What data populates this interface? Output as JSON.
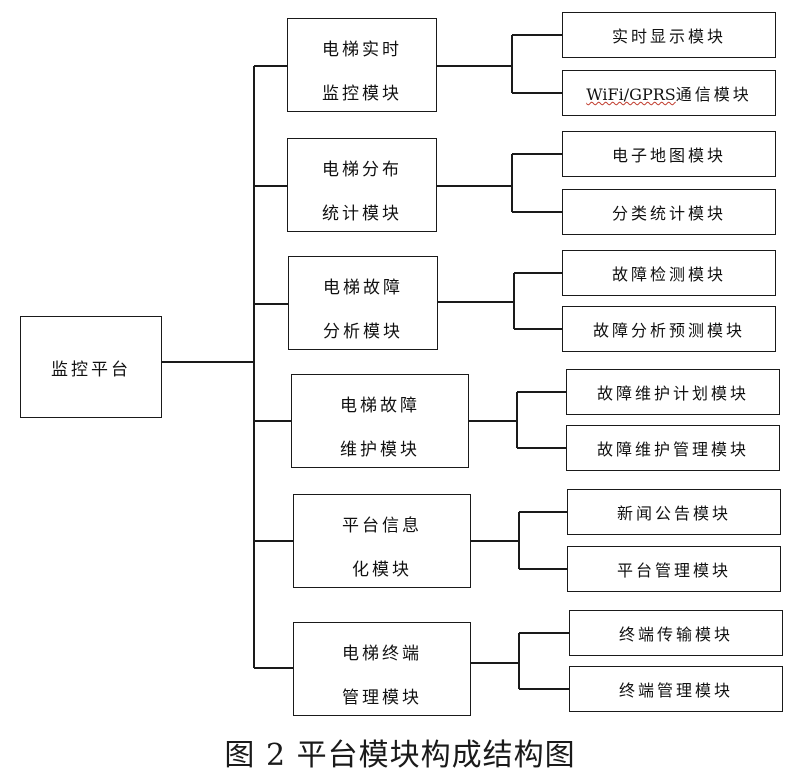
{
  "root": {
    "label": "监控平台"
  },
  "modules": [
    {
      "line1": "电梯实时",
      "line2": "监控模块",
      "children": [
        "实时显示模块",
        "WiFi/GPRS通信模块"
      ]
    },
    {
      "line1": "电梯分布",
      "line2": "统计模块",
      "children": [
        "电子地图模块",
        "分类统计模块"
      ]
    },
    {
      "line1": "电梯故障",
      "line2": "分析模块",
      "children": [
        "故障检测模块",
        "故障分析预测模块"
      ]
    },
    {
      "line1": "电梯故障",
      "line2": "维护模块",
      "children": [
        "故障维护计划模块",
        "故障维护管理模块"
      ]
    },
    {
      "line1": "平台信息",
      "line2": "化模块",
      "children": [
        "新闻公告模块",
        "平台管理模块"
      ]
    },
    {
      "line1": "电梯终端",
      "line2": "管理模块",
      "children": [
        "终端传输模块",
        "终端管理模块"
      ]
    }
  ],
  "leaf_latin_part": "WiFi/GPRS",
  "leaf_latin_rest": "通信模块",
  "caption": "图 2 平台模块构成结构图",
  "colors": {
    "line": "#1a1a1a",
    "text": "#111111",
    "background": "#ffffff",
    "spellcheck_underline": "#c0392b"
  }
}
